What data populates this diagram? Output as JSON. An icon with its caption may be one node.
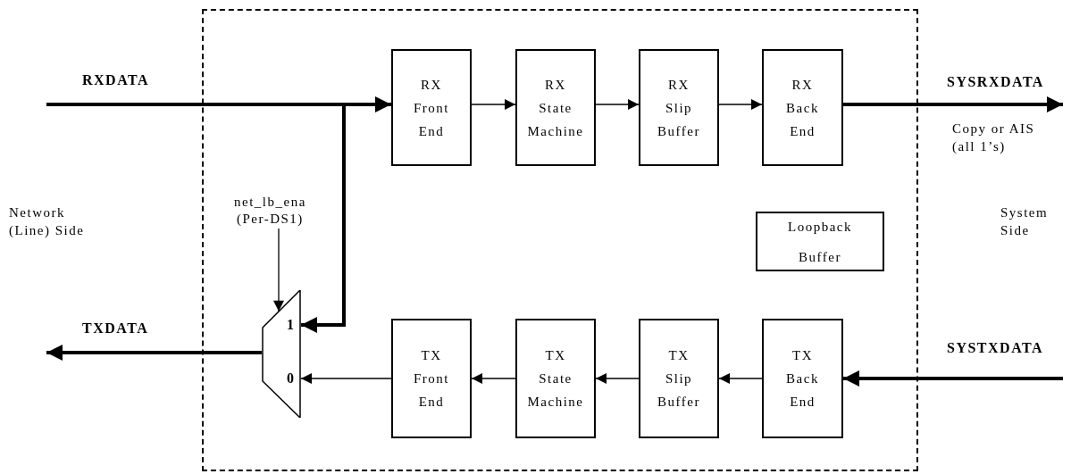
{
  "diagram": {
    "nodes": [
      {
        "text": [],
        "shape": "box"
      },
      {
        "text": [
          "RX Front End"
        ],
        "in": 0
      },
      {
        "text": [
          "RX State Machine"
        ],
        "in": 0
      },
      {
        "text": [
          "RX Slip Buffer"
        ],
        "in": 0
      },
      {
        "text": [
          "RX Back End"
        ],
        "in": 0
      },
      {
        "text": [
          "Loopback Buffer"
        ],
        "in": 0
      },
      {
        "text": [
          "1",
          "0"
        ],
        "in": 0
      },
      {
        "text": [
          "TX Front End"
        ],
        "in": 0
      },
      {
        "text": [
          "TX State Machine"
        ],
        "in": 0
      },
      {
        "text": [
          "TX Slip Buffer"
        ],
        "in": 0
      },
      {
        "text": [
          "TX Back End"
        ],
        "in": 0
      },
      {
        "text": [
          "net_lb_ena (Per-DS1)"
        ],
        "in": 0
      }
    ],
    "edges": [
      {
        "from": null,
        "to": 1,
        "arrow": "to",
        "label": "RXDATA",
        "style": "thick"
      },
      {
        "from": 1,
        "to": 2,
        "arrow": "to"
      },
      {
        "from": 2,
        "to": 3,
        "arrow": "to"
      },
      {
        "from": 3,
        "to": 4,
        "arrow": "to"
      },
      {
        "from": 4,
        "to": null,
        "arrow": "to",
        "label": "SYSRXDATA",
        "style": "thick"
      },
      {
        "from": null,
        "to": 10,
        "arrow": "to",
        "label": "SYSTXDATA",
        "style": "thick"
      },
      {
        "from": 10,
        "to": 9,
        "arrow": "to"
      },
      {
        "from": 9,
        "to": 8,
        "arrow": "to"
      },
      {
        "from": 8,
        "to": 7,
        "arrow": "to"
      },
      {
        "from": 7,
        "to": 6,
        "arrow": "to"
      },
      {
        "from": null,
        "to": 6,
        "arrow": "to",
        "style": "thick"
      },
      {
        "from": 6,
        "to": null,
        "arrow": "to",
        "label": "TXDATA",
        "style": "thick"
      },
      {
        "from": 11,
        "to": 6,
        "arrow": "to"
      }
    ],
    "labels": [
      "Copy or AIS (all 1’s)",
      "Network (Line) Side",
      "System Side"
    ]
  }
}
